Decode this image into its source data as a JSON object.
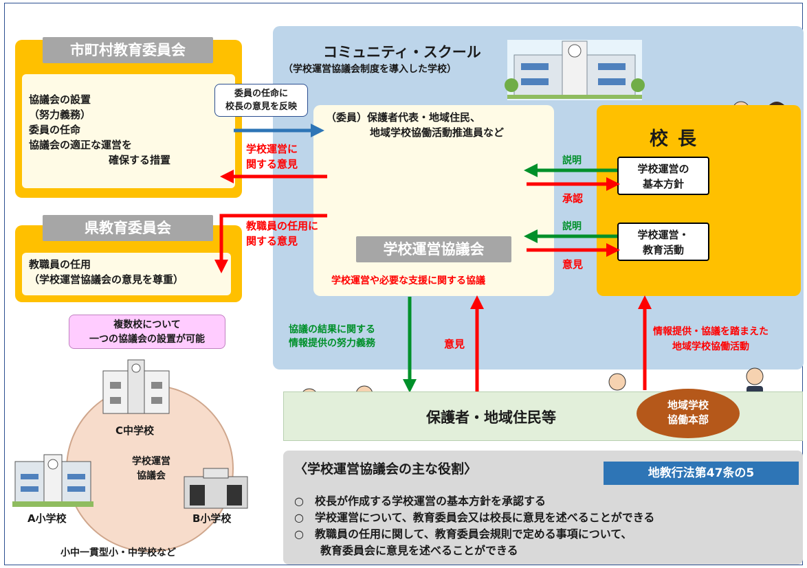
{
  "community_school": {
    "title": "コミュニティ・スクール",
    "subtitle": "（学校運営協議会制度を導入した学校）"
  },
  "municipal_board": {
    "title": "市町村教育委員会",
    "lines": [
      "協議会の設置",
      "（努力義務）",
      "委員の任命",
      "協議会の適正な運営を",
      "確保する措置"
    ]
  },
  "prefectural_board": {
    "title": "県教育委員会",
    "lines": [
      "教職員の任用",
      "（学校運営協議会の意見を尊重）"
    ]
  },
  "callout_appointment": {
    "lines": [
      "委員の任命に",
      "校長の意見を反映"
    ]
  },
  "callout_multi": {
    "lines": [
      "複数校について",
      "一つの協議会の設置が可能"
    ]
  },
  "council": {
    "members_lines": [
      "（委員）保護者代表・地域住民、",
      "地域学校協働活動推進員など"
    ],
    "name": "学校運営協議会",
    "subtitle": "学校運営や必要な支援に関する協議"
  },
  "arrows": {
    "opinion_management": [
      "学校運営に",
      "関する意見"
    ],
    "opinion_staff": [
      "教職員の任用に",
      "関する意見"
    ],
    "explain_1": "説明",
    "approve": "承認",
    "explain_2": "説明",
    "opinion": "意見",
    "info_effort": [
      "協議の結果に関する",
      "情報提供の努力義務"
    ],
    "opinion_bottom": "意見",
    "info_activity": [
      "情報提供・協議を踏まえた",
      "地域学校協働活動"
    ]
  },
  "principal": {
    "title": "校長",
    "box1": [
      "学校運営の",
      "基本方針"
    ],
    "box2": [
      "学校運営・",
      "教育活動"
    ]
  },
  "residents": {
    "label": "保護者・地域住民等",
    "hq": [
      "地域学校",
      "協働本部"
    ]
  },
  "schools": {
    "c": "C中学校",
    "a": "A小学校",
    "b": "B小学校",
    "circle": [
      "学校運営",
      "協議会"
    ],
    "bottom": "小中一貫型小・中学校など"
  },
  "roles": {
    "title": "〈学校運営協議会の主な役割〉",
    "law": "地教行法第47条の5",
    "items": [
      {
        "mark": "○",
        "text": "校長が作成する学校運営の基本方針を承認する"
      },
      {
        "mark": "○",
        "text": "学校運営について、教育委員会又は校長に意見を述べることができる"
      },
      {
        "mark": "○",
        "text": "教職員の任用に関して、教育委員会規則で定める事項について、"
      }
    ],
    "item3_cont": "教育委員会に意見を述べることができる"
  },
  "colors": {
    "orange": "#ffc000",
    "light_blue": "#bdd5ea",
    "red": "#ff0000",
    "green": "#00902a",
    "blue": "#2e75b6",
    "gray": "#a6a6a6"
  }
}
